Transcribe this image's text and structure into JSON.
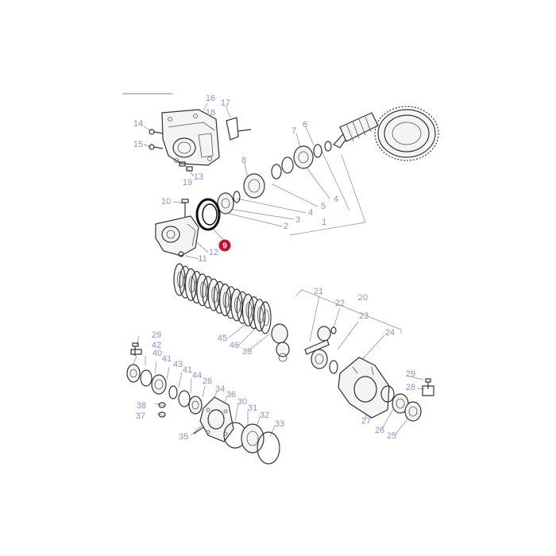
{
  "colors": {
    "label": "#8c8fd4",
    "highlight_badge": "#c8102e",
    "highlight_text": "#ffffff",
    "line": "#333333"
  },
  "highlighted_part": "9",
  "callouts": [
    {
      "id": "c16",
      "text": "16"
    },
    {
      "id": "c17",
      "text": "17"
    },
    {
      "id": "c18",
      "text": "18"
    },
    {
      "id": "c14",
      "text": "14"
    },
    {
      "id": "c15",
      "text": "15"
    },
    {
      "id": "c13",
      "text": "13"
    },
    {
      "id": "c19",
      "text": "19"
    },
    {
      "id": "c7",
      "text": "7"
    },
    {
      "id": "c6",
      "text": "6"
    },
    {
      "id": "c8",
      "text": "8"
    },
    {
      "id": "c10",
      "text": "10"
    },
    {
      "id": "c3",
      "text": "3"
    },
    {
      "id": "c4a",
      "text": "4"
    },
    {
      "id": "c5",
      "text": "5"
    },
    {
      "id": "c4b",
      "text": "4"
    },
    {
      "id": "c2",
      "text": "2"
    },
    {
      "id": "c1",
      "text": "1"
    },
    {
      "id": "c12",
      "text": "12"
    },
    {
      "id": "c11",
      "text": "11"
    },
    {
      "id": "c21",
      "text": "21"
    },
    {
      "id": "c22",
      "text": "22"
    },
    {
      "id": "c20",
      "text": "20"
    },
    {
      "id": "c23",
      "text": "23"
    },
    {
      "id": "c24",
      "text": "24"
    },
    {
      "id": "c45",
      "text": "45"
    },
    {
      "id": "c46",
      "text": "46"
    },
    {
      "id": "c39",
      "text": "39"
    },
    {
      "id": "c29a",
      "text": "29"
    },
    {
      "id": "c42",
      "text": "42"
    },
    {
      "id": "c40",
      "text": "40"
    },
    {
      "id": "c41a",
      "text": "41"
    },
    {
      "id": "c43",
      "text": "43"
    },
    {
      "id": "c41b",
      "text": "41"
    },
    {
      "id": "c44",
      "text": "44"
    },
    {
      "id": "c26a",
      "text": "26"
    },
    {
      "id": "c34",
      "text": "34"
    },
    {
      "id": "c36",
      "text": "36"
    },
    {
      "id": "c30",
      "text": "30"
    },
    {
      "id": "c31",
      "text": "31"
    },
    {
      "id": "c32",
      "text": "32"
    },
    {
      "id": "c33",
      "text": "33"
    },
    {
      "id": "c38",
      "text": "38"
    },
    {
      "id": "c37",
      "text": "37"
    },
    {
      "id": "c35",
      "text": "35"
    },
    {
      "id": "c29b",
      "text": "29"
    },
    {
      "id": "c28",
      "text": "28"
    },
    {
      "id": "c27",
      "text": "27"
    },
    {
      "id": "c26b",
      "text": "26"
    },
    {
      "id": "c25",
      "text": "25"
    }
  ]
}
